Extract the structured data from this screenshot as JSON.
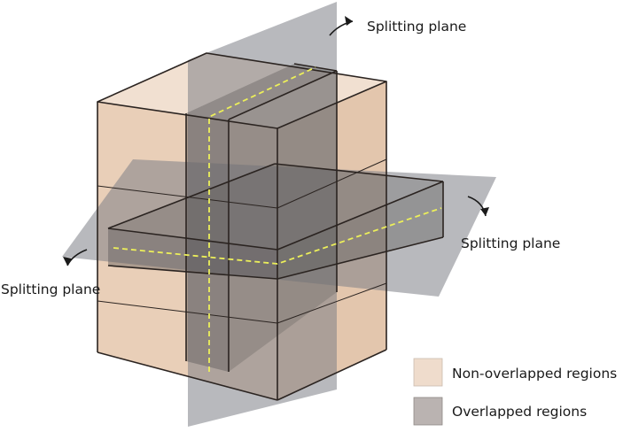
{
  "labels": {
    "plane_top": "Splitting plane",
    "plane_right": "Splitting plane",
    "plane_left": "Splitting plane"
  },
  "legend": {
    "items": [
      {
        "label": "Non-overlapped regions",
        "color": "#efdccc"
      },
      {
        "label": "Overlapped regions",
        "color": "#bab3b1"
      }
    ]
  },
  "colors": {
    "box_fill": "#e9cfb8",
    "box_top": "#f2e2d4",
    "plane_fill": "#7d7f86",
    "overlap_fill": "#6e6a68",
    "edge": "#2b2421",
    "seam": "#ecef5a"
  }
}
